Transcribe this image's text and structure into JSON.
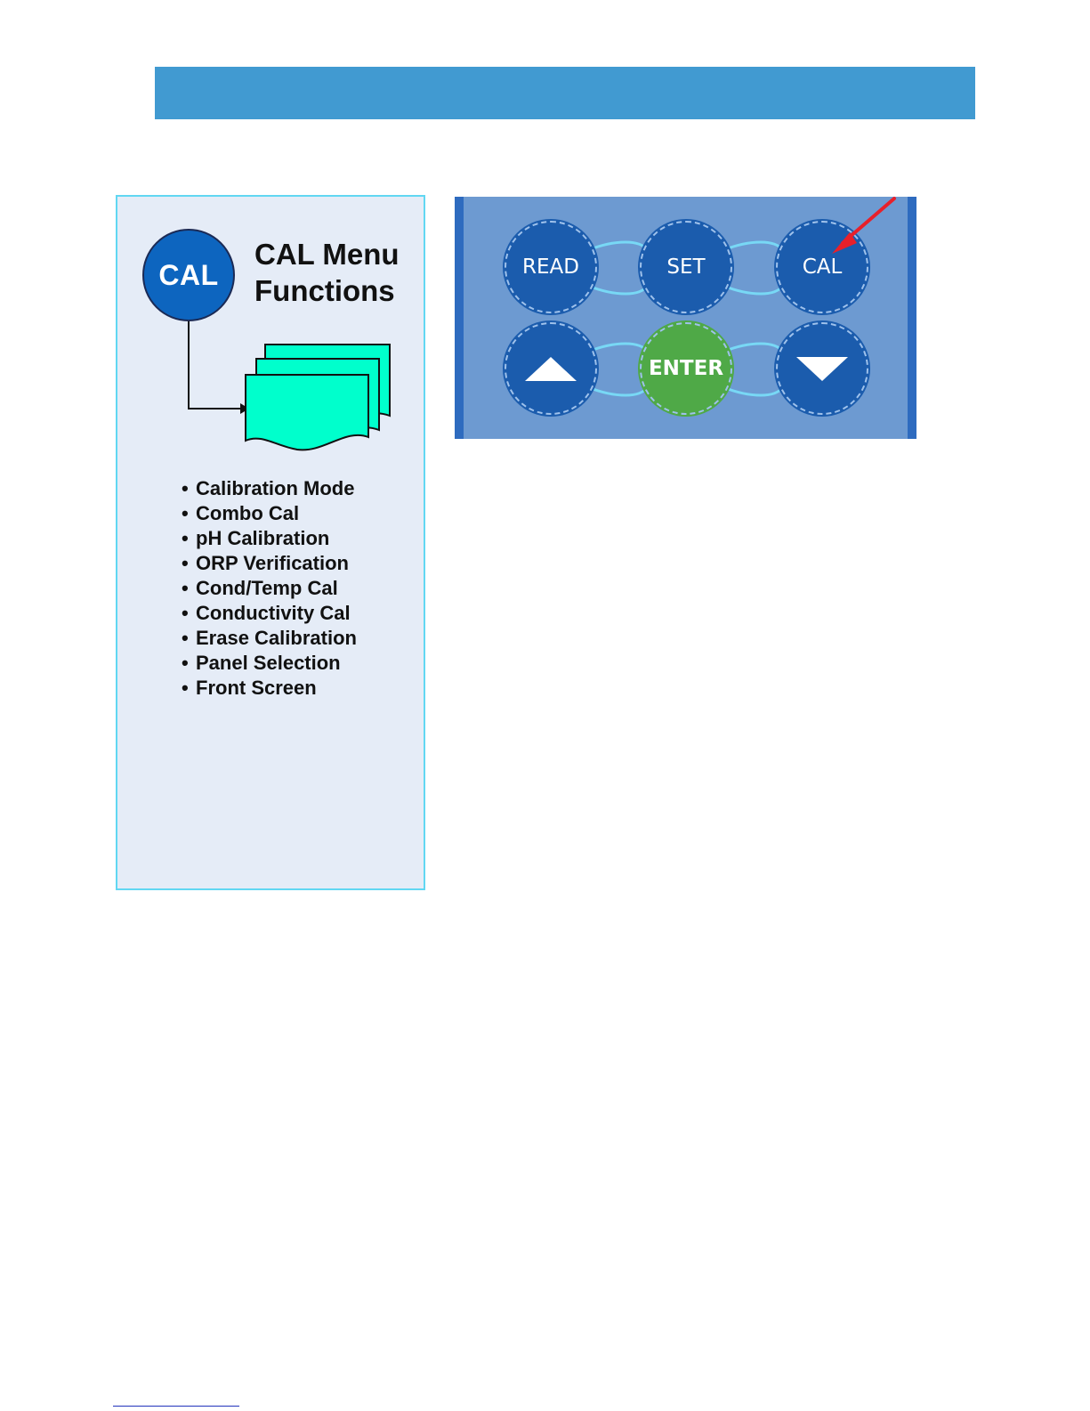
{
  "header": {
    "color": "#419ad1"
  },
  "menu_panel": {
    "button_label": "CAL",
    "title_line1": "CAL Menu",
    "title_line2": "Functions",
    "items": [
      "Calibration Mode",
      "Combo Cal",
      "pH Calibration",
      "ORP Verification",
      "Cond/Temp Cal",
      "Conductivity Cal",
      "Erase Calibration",
      "Panel Selection",
      "Front Screen"
    ],
    "icons": [
      "connector-arrow-icon",
      "stacked-documents-icon"
    ],
    "page_color": "#00ffcc"
  },
  "keypad": {
    "keys": {
      "read": "READ",
      "set": "SET",
      "cal": "CAL",
      "up": "up-arrow-icon",
      "enter": "ENTER",
      "down": "down-arrow-icon"
    },
    "highlighted_key": "CAL",
    "pointer_color": "#e8202a"
  }
}
